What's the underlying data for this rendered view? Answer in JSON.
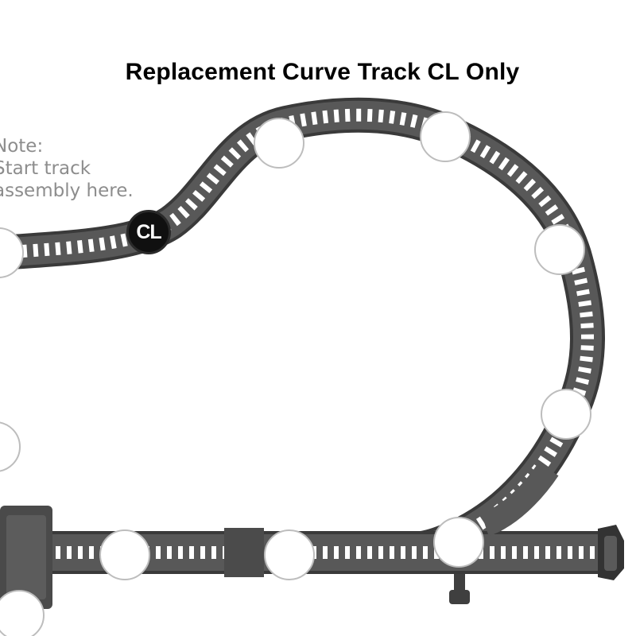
{
  "title": "Replacement Curve Track CL Only",
  "note": {
    "line1": "Note:",
    "line2": "Start track",
    "line3": "assembly here."
  },
  "badge": {
    "label": "CL"
  },
  "colors": {
    "track": "#565656",
    "track_edge": "#3a3a3a",
    "ties": "#ffffff",
    "marker_fill": "#ffffff",
    "marker_stroke": "#bcbcbc",
    "badge_fill": "#101010",
    "note_text": "#8d8d8d"
  },
  "icons": {
    "marker": "blank-marker-circle",
    "badge": "cl-piece-badge"
  }
}
